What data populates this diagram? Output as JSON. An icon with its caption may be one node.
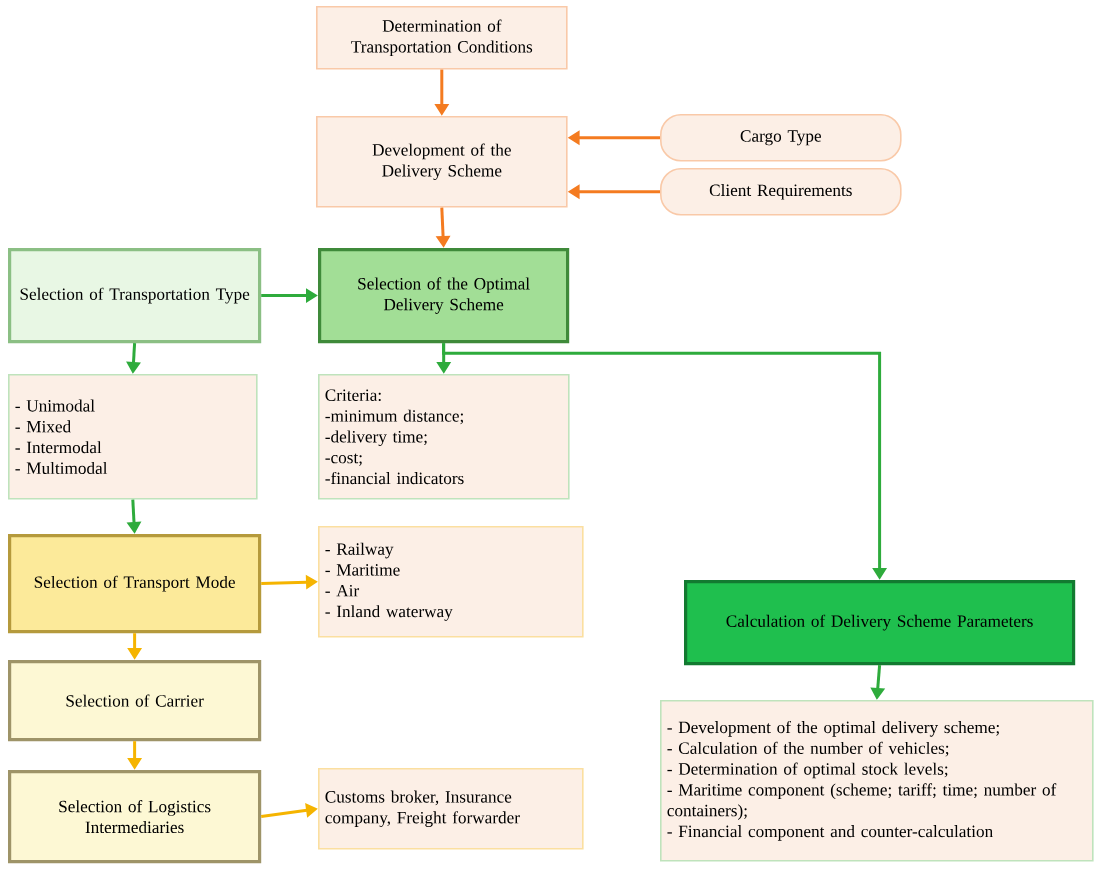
{
  "diagram": {
    "nodes": [
      {
        "text": [
          "Determination of Transportation Conditions"
        ]
      },
      {
        "text": [
          "Development of the Delivery Scheme"
        ]
      },
      {
        "text": [
          "Cargo Type"
        ]
      },
      {
        "text": [
          "Client Requirements"
        ]
      },
      {
        "text": [
          "Selection of Transportation Type"
        ]
      },
      {
        "text": [
          "Selection of the Optimal Delivery Scheme"
        ]
      },
      {
        "text": [
          "- Unimodal",
          "- Mixed",
          "- Intermodal",
          "- Multimodal"
        ]
      },
      {
        "text": [
          "Criteria:",
          "-minimum distance;",
          "-delivery time;",
          "-cost;",
          "-financial indicators"
        ]
      },
      {
        "text": [
          "Selection of Transport Mode"
        ]
      },
      {
        "text": [
          "- Railway",
          "- Maritime",
          "- Air",
          "- Inland waterway"
        ]
      },
      {
        "text": [
          "Selection of Carrier"
        ]
      },
      {
        "text": [
          "Selection of Logistics Intermediaries"
        ]
      },
      {
        "text": [
          "Customs broker, Insurance company, Freight forwarder"
        ]
      },
      {
        "text": [
          "Calculation of Delivery Scheme Parameters"
        ]
      },
      {
        "text": [
          "- Development of the optimal delivery scheme;",
          "- Calculation of the number of vehicles;",
          "- Determination of optimal stock levels;",
          "- Maritime component (scheme; tariff; time; number of containers);",
          "- Financial component and counter-calculation"
        ]
      }
    ],
    "edges": [
      {
        "from": 0,
        "to": 1,
        "arrow": "to",
        "color": "#f47b20"
      },
      {
        "from": 2,
        "to": 1,
        "arrow": "to",
        "color": "#f47b20"
      },
      {
        "from": 3,
        "to": 1,
        "arrow": "to",
        "color": "#f47b20"
      },
      {
        "from": 1,
        "to": 5,
        "arrow": "to",
        "color": "#f47b20"
      },
      {
        "from": 4,
        "to": 5,
        "arrow": "to"
      },
      {
        "from": 4,
        "to": 6,
        "arrow": "to"
      },
      {
        "from": 5,
        "to": 7,
        "arrow": "to"
      },
      {
        "from": 5,
        "to": 13,
        "arrow": "to"
      },
      {
        "from": 6,
        "to": 8,
        "arrow": "to"
      },
      {
        "from": 8,
        "to": 9,
        "arrow": "to",
        "color": "#f5b400"
      },
      {
        "from": 8,
        "to": 10,
        "arrow": "to",
        "color": "#f5b400"
      },
      {
        "from": 10,
        "to": 11,
        "arrow": "to",
        "color": "#f5b400"
      },
      {
        "from": 11,
        "to": 12,
        "arrow": "to",
        "color": "#f5b400"
      },
      {
        "from": 13,
        "to": 14,
        "arrow": "to"
      }
    ]
  }
}
